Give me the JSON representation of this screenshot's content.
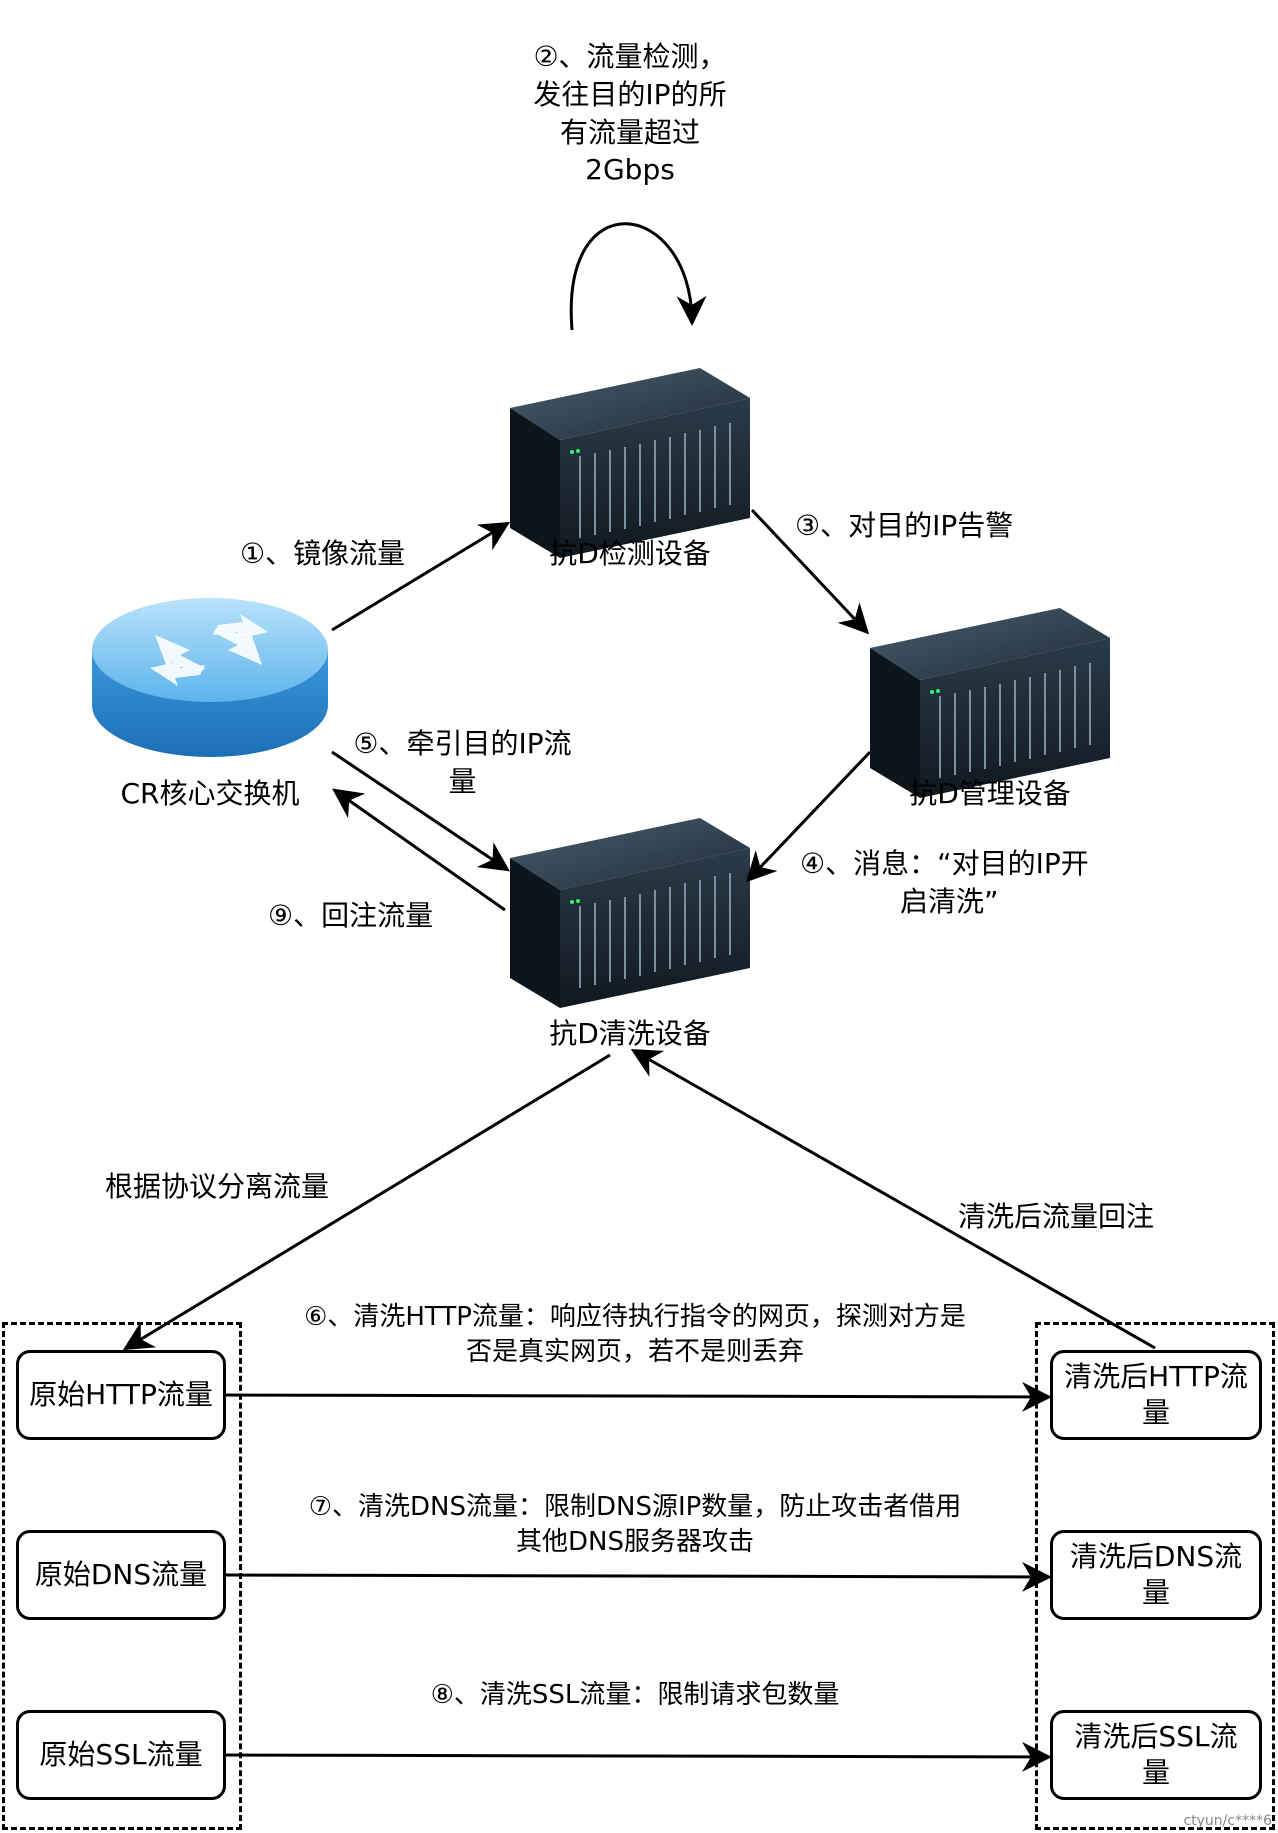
{
  "step2_label": [
    "②、流量检测，",
    "发往目的IP的所",
    "有流量超过",
    "2Gbps"
  ],
  "step1_label": "①、镜像流量",
  "step3_label": "③、对目的IP告警",
  "step4_label": [
    "④、消息：“对目的IP开",
    "启清洗”"
  ],
  "step5_label": [
    "⑤、牵引目的IP流",
    "量"
  ],
  "step9_label": "⑨、回注流量",
  "separate_label": "根据协议分离流量",
  "reinject_label": "清洗后流量回注",
  "step6_label": [
    "⑥、清洗HTTP流量：响应待执行指令的网页，探测对方是",
    "否是真实网页，若不是则丢弃"
  ],
  "step7_label": [
    "⑦、清洗DNS流量：限制DNS源IP数量，防止攻击者借用",
    "其他DNS服务器攻击"
  ],
  "step8_label": "⑧、清洗SSL流量：限制请求包数量",
  "nodes": {
    "router": "CR核心交换机",
    "detect": "抗D检测设备",
    "manage": "抗D管理设备",
    "clean": "抗D清洗设备"
  },
  "left_boxes": [
    "原始HTTP流量",
    "原始DNS流量",
    "原始SSL流量"
  ],
  "right_boxes": [
    [
      "清洗后HTTP流",
      "量"
    ],
    [
      "清洗后DNS流",
      "量"
    ],
    [
      "清洗后SSL流",
      "量"
    ]
  ],
  "watermark": "ctyun/c****6",
  "colors": {
    "server_body": "#1c2a36",
    "router_blue": "#3a9be0",
    "line": "#000000"
  }
}
